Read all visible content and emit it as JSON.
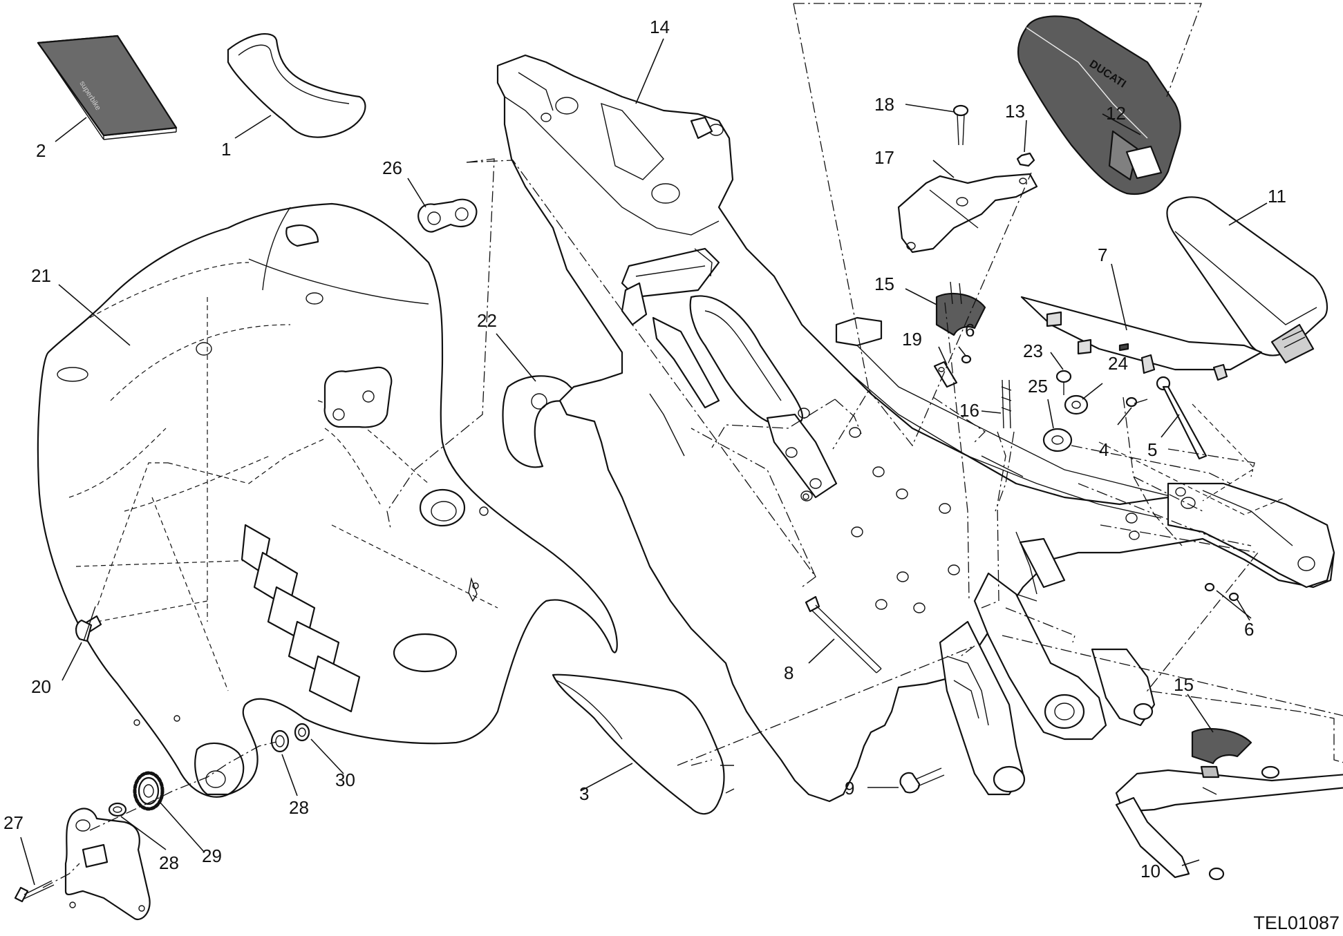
{
  "diagram": {
    "reference_code": "TEL01087",
    "callouts": [
      {
        "id": "c1",
        "label": "1"
      },
      {
        "id": "c2",
        "label": "2"
      },
      {
        "id": "c3",
        "label": "3"
      },
      {
        "id": "c4",
        "label": "4"
      },
      {
        "id": "c5",
        "label": "5"
      },
      {
        "id": "c6a",
        "label": "6"
      },
      {
        "id": "c6b",
        "label": "6"
      },
      {
        "id": "c7",
        "label": "7"
      },
      {
        "id": "c8",
        "label": "8"
      },
      {
        "id": "c9",
        "label": "9"
      },
      {
        "id": "c10",
        "label": "10"
      },
      {
        "id": "c11",
        "label": "11"
      },
      {
        "id": "c12",
        "label": "12"
      },
      {
        "id": "c13",
        "label": "13"
      },
      {
        "id": "c14",
        "label": "14"
      },
      {
        "id": "c15a",
        "label": "15"
      },
      {
        "id": "c15b",
        "label": "15"
      },
      {
        "id": "c16",
        "label": "16"
      },
      {
        "id": "c17",
        "label": "17"
      },
      {
        "id": "c18",
        "label": "18"
      },
      {
        "id": "c19",
        "label": "19"
      },
      {
        "id": "c20",
        "label": "20"
      },
      {
        "id": "c21",
        "label": "21"
      },
      {
        "id": "c22",
        "label": "22"
      },
      {
        "id": "c23",
        "label": "23"
      },
      {
        "id": "c24",
        "label": "24"
      },
      {
        "id": "c25",
        "label": "25"
      },
      {
        "id": "c26",
        "label": "26"
      },
      {
        "id": "c27",
        "label": "27"
      },
      {
        "id": "c28a",
        "label": "28"
      },
      {
        "id": "c28b",
        "label": "28"
      },
      {
        "id": "c29",
        "label": "29"
      },
      {
        "id": "c30",
        "label": "30"
      }
    ]
  }
}
